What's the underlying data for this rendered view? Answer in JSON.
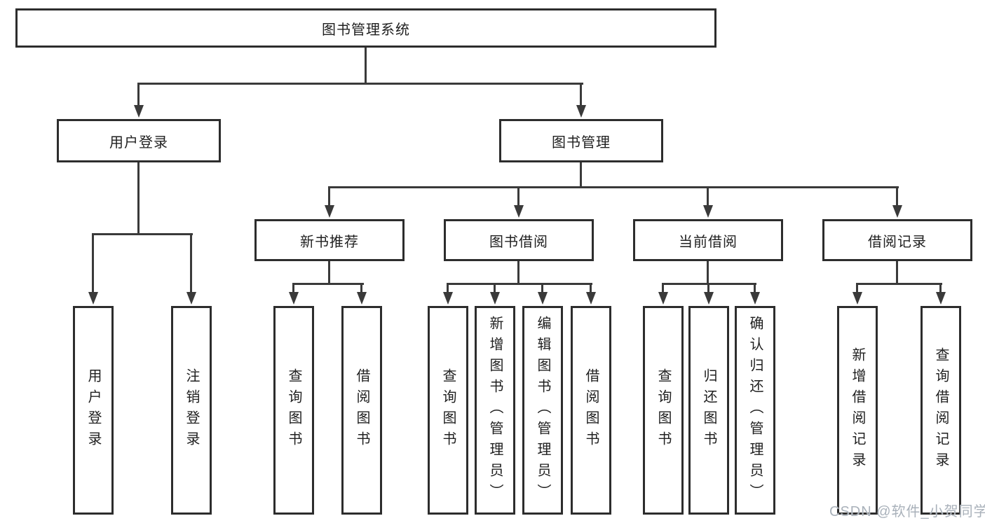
{
  "diagram": {
    "title_node": {
      "label": "图书管理系统"
    },
    "level2": [
      {
        "label": "用户登录"
      },
      {
        "label": "图书管理"
      }
    ],
    "level3": [
      {
        "label": "新书推荐"
      },
      {
        "label": "图书借阅"
      },
      {
        "label": "当前借阅"
      },
      {
        "label": "借阅记录"
      }
    ],
    "leaves": [
      {
        "label": "用户登录"
      },
      {
        "label": "注销登录"
      },
      {
        "label": "查询图书"
      },
      {
        "label": "借阅图书"
      },
      {
        "label": "查询图书"
      },
      {
        "label": "新增图书（管理员）"
      },
      {
        "label": "编辑图书（管理员）"
      },
      {
        "label": "借阅图书"
      },
      {
        "label": "查询图书"
      },
      {
        "label": "归还图书"
      },
      {
        "label": "确认归还（管理员）"
      },
      {
        "label": "新增借阅记录"
      },
      {
        "label": "查询借阅记录"
      }
    ]
  },
  "watermark": {
    "text": "CSDN @软件_小贺同学"
  },
  "colors": {
    "background": "#ffffff",
    "box_border": "#2d2d2d",
    "line": "#3a3a3a",
    "text": "#1f1f1f",
    "watermark": "#a9b1ba"
  }
}
